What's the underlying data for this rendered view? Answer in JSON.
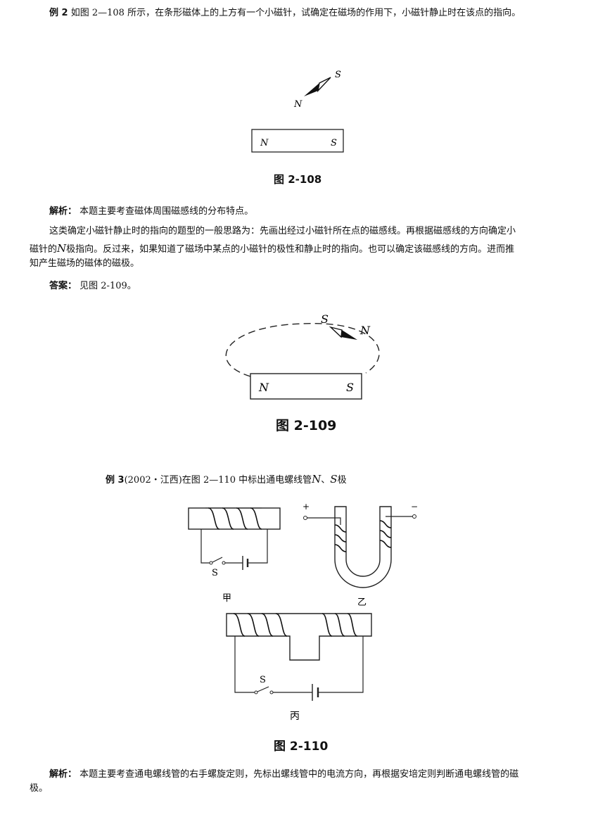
{
  "ex2": {
    "label": "例 2",
    "text": "如图 2—108 所示，在条形磁体上的上方有一个小磁针，试确定在磁场的作用下，小磁针静止时在该点的指向。"
  },
  "fig108": {
    "needle_n": "N",
    "needle_s": "S",
    "magnet_n": "N",
    "magnet_s": "S",
    "caption": "图 2-108"
  },
  "analysis1": {
    "label": "解析：",
    "text": "本题主要考查磁体周围磁感线的分布特点。"
  },
  "para": {
    "line1": "这类确定小磁针静止时的指向的题型的一般思路为：先画出经过小磁针所在点的磁感线。再根据磁感线的方向确定小",
    "line2_a": "磁针的",
    "line2_n": "N",
    "line2_b": "极指向。反过来，如果知道了磁场中某点的小磁针的极性和静止时的指向。也可以确定该磁感线的方向。进而推",
    "line3": "知产生磁场的磁体的磁极。"
  },
  "answer": {
    "label": "答案：",
    "text": "见图 2-109。"
  },
  "fig109": {
    "needle_s": "S",
    "needle_n": "N",
    "magnet_n": "N",
    "magnet_s": "S",
    "caption": "图 2-109"
  },
  "ex3": {
    "label": "例 3",
    "text_a": "(2002・江西)在图 2—110 中标出通电螺线管",
    "n": "N",
    "sep": "、",
    "s": "S",
    "text_b": "极"
  },
  "fig110": {
    "switch_a": "S",
    "plus": "+",
    "minus": "−",
    "label_jia": "甲",
    "label_yi": "乙",
    "switch_c": "S",
    "label_bing": "丙",
    "caption": "图 2-110"
  },
  "analysis2": {
    "label": "解析：",
    "line1": "本题主要考查通电螺线管的右手螺旋定则，先标出螺线管中的电流方向，再根据安培定则判断通电螺线管的磁",
    "line2": "极。"
  }
}
